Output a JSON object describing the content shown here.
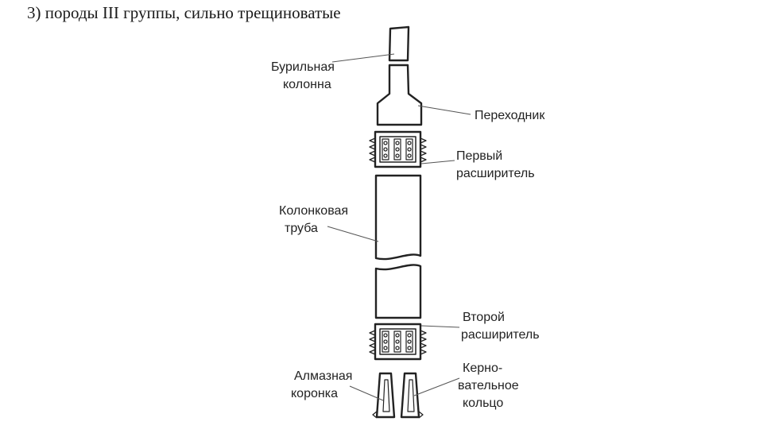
{
  "heading": "3) породы III группы, сильно трещиноватые",
  "labels": {
    "drill_string": [
      "Бурильная",
      "колонна"
    ],
    "adapter": "Переходник",
    "first_reamer": [
      "Первый",
      "расширитель"
    ],
    "core_barrel": [
      "Колонковая",
      "труба"
    ],
    "second_reamer": [
      "Второй",
      "расширитель"
    ],
    "diamond_bit": [
      "Алмазная",
      "коронка"
    ],
    "core_lifter": [
      "Керно-",
      "вательное",
      "кольцо"
    ]
  }
}
